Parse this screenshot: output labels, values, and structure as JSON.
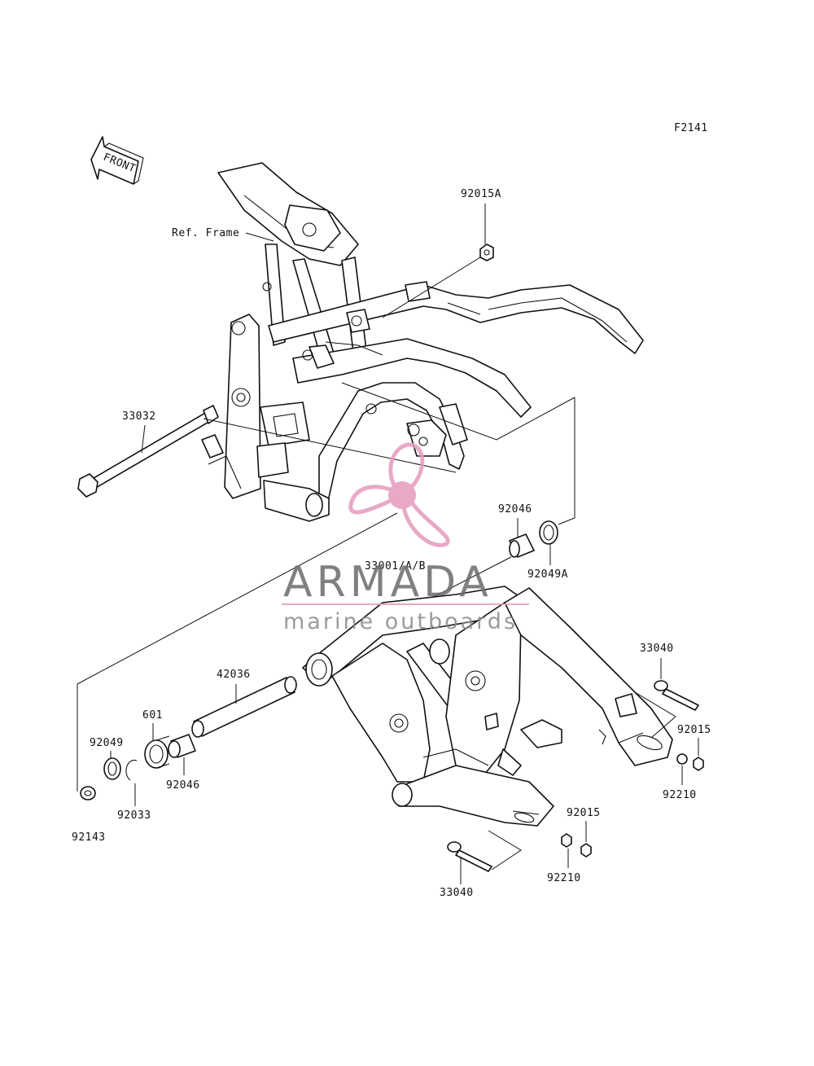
{
  "figure_code": "F2141",
  "front_arrow_label": "FRONT",
  "watermark": {
    "brand": "ARMADA",
    "tagline": "marine outboards",
    "brand_color": "#6b6b6b",
    "logo_color": "#e59bbd"
  },
  "callouts": {
    "c92015A": "92015A",
    "ref_frame": "Ref. Frame",
    "c33032": "33032",
    "c92046_top": "92046",
    "c92049A": "92049A",
    "c33001": "33001/A/B",
    "c42036": "42036",
    "c601": "601",
    "c92049": "92049",
    "c92046_bottom": "92046",
    "c92033": "92033",
    "c92143": "92143",
    "c33040_right": "33040",
    "c92015_right": "92015",
    "c92210_right": "92210",
    "c92015_bottom": "92015",
    "c92210_bottom": "92210",
    "c33040_bottom": "33040"
  }
}
